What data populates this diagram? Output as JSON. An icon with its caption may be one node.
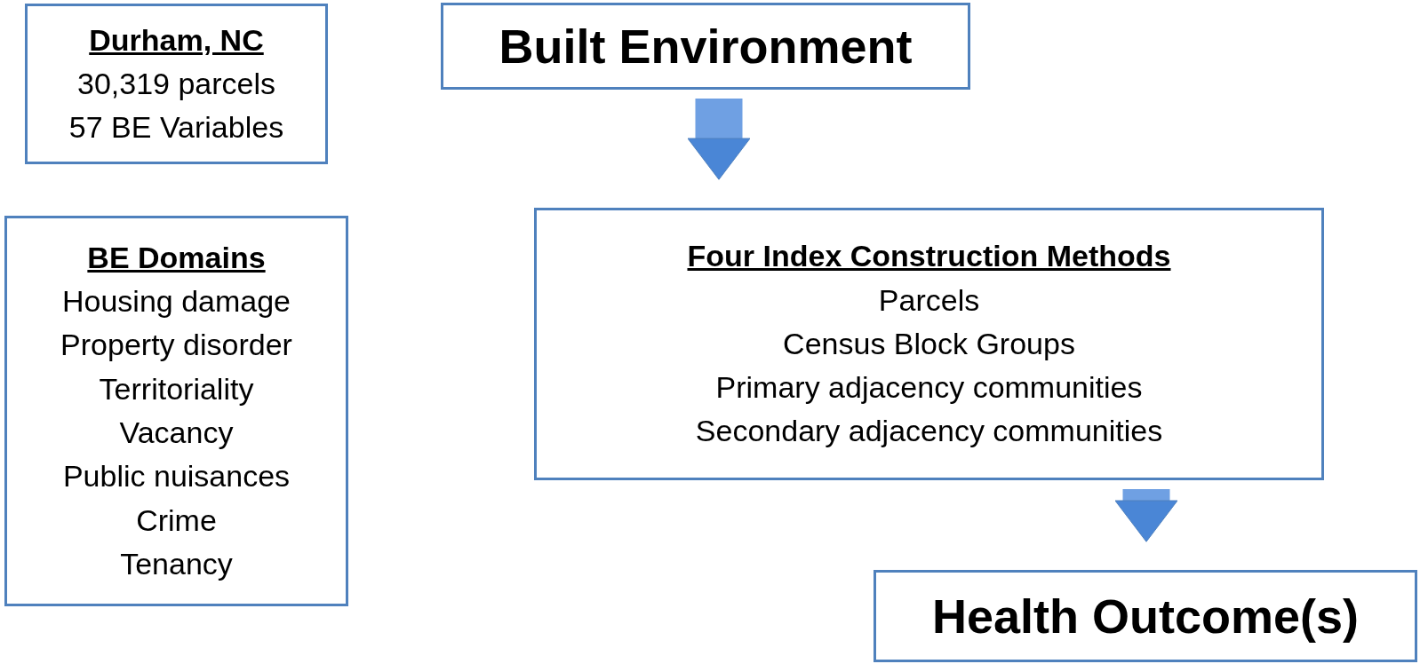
{
  "diagram": {
    "nodes": [
      {
        "text": [
          "Durham, NC",
          "30,319 parcels",
          "57 BE Variables"
        ]
      },
      {
        "text": [
          "BE Domains",
          "Housing damage",
          "Property disorder",
          "Territoriality",
          "Vacancy",
          "Public nuisances",
          "Crime",
          "Tenancy"
        ]
      },
      {
        "text": [
          "Built Environment"
        ]
      },
      {
        "text": [
          "Four Index Construction Methods",
          "Parcels",
          "Census Block Groups",
          "Primary adjacency communities",
          "Secondary adjacency communities"
        ]
      },
      {
        "text": [
          "Health Outcome(s)"
        ]
      }
    ],
    "edges": [
      {
        "from": 2,
        "to": 3,
        "arrow": "to"
      },
      {
        "from": 3,
        "to": 4,
        "arrow": "to"
      }
    ]
  }
}
